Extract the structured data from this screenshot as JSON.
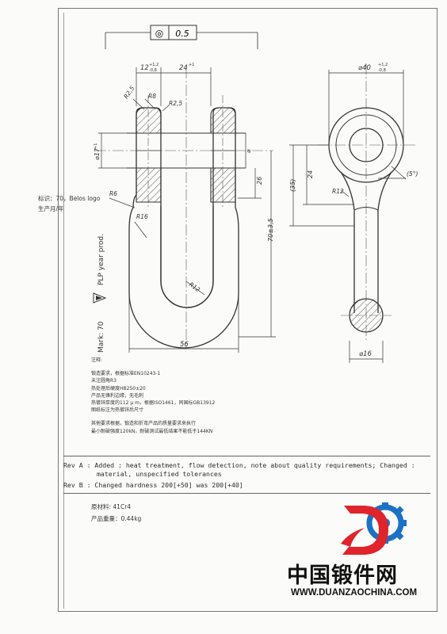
{
  "drawing": {
    "marking_lines": [
      "标识：70，Belos logo",
      "生产月/年"
    ],
    "part_marks": {
      "mark": "Mark: 70",
      "plp": "PLP year prod."
    },
    "tolerance_frame": {
      "symbol": "◎",
      "value": "0.5"
    },
    "dims": {
      "width_12": "12",
      "width_12_tol_upper": "+1,2",
      "width_12_tol_lower": "-0,8",
      "opening_24": "24",
      "opening_24_tol": "+1",
      "r8": "R8",
      "r2_5_left": "R2,5",
      "r2_5_right": "R2,5",
      "dia_17": "⌀17",
      "dia_17_tol": "+1",
      "dia_sym": "⌀",
      "r6": "R6",
      "r16": "R16",
      "r12_body": "R12",
      "dim_26": "26",
      "dim_70": "70±3,5",
      "dim_56": "56",
      "dia_40": "⌀40",
      "dia_40_tol_upper": "+1,2",
      "dia_40_tol_lower": "-0,8",
      "dim_24_side": "24",
      "dim_35": "(35)",
      "r12_side": "R12",
      "angle_5": "(5°)",
      "dia_16": "⌀16"
    }
  },
  "notes": {
    "heading": "注释:",
    "lines": [
      "锻造要求，根据标准EN10243-1",
      "未注圆角R3",
      "热处理后硬度HB250±20",
      "产品无锋利边缘，无毛刺",
      "热镀锌厚度的112 μ m，根据ISO1461，同国标GB13912",
      "图纸标注为热镀锌后尺寸"
    ],
    "extra_lines": [
      "其他要求根据，锻造和折弯产品的质量要求来执行",
      "最小耐破强度120kN，耐破测试最低结果不能低于144KN"
    ]
  },
  "revisions": {
    "rev_a_1": "Rev A : Added : heat treatment, flow detection, note about quality requirements; Changed :",
    "rev_a_2": "material, unspecified tolerances",
    "rev_b": "Rev B : Changed hardness 200[+50] was 200[+40]"
  },
  "material": {
    "material_line": "原材料: 41Cr4",
    "weight_line": "产品重量：0.44kg"
  },
  "brand": {
    "name": "中国锻件网",
    "url": "WWW.DUANZAOCHINA.COM",
    "colors": {
      "logo_red": "#e0242b",
      "logo_blue": "#1b72c4"
    }
  }
}
